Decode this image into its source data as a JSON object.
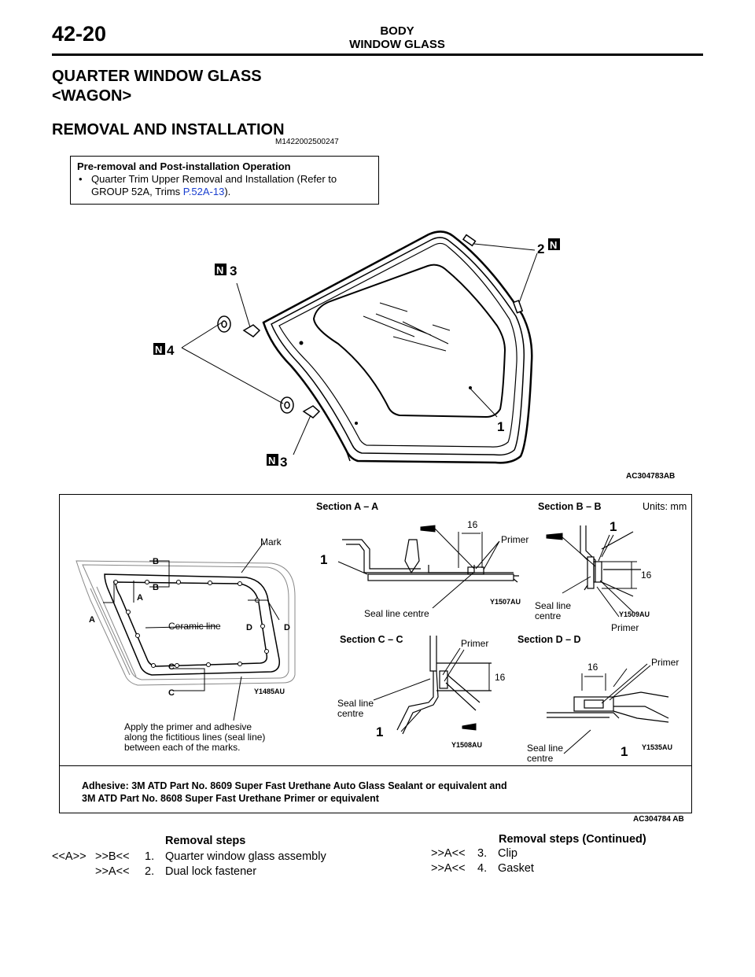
{
  "header": {
    "page_number": "42-20",
    "section": "BODY",
    "subsection": "WINDOW GLASS"
  },
  "title": {
    "main": "QUARTER WINDOW GLASS",
    "variant": "<WAGON>",
    "procedure": "REMOVAL AND INSTALLATION",
    "doc_code": "M1422002500247"
  },
  "preop": {
    "heading": "Pre-removal and Post-installation Operation",
    "bullet_line1": "Quarter Trim Upper Removal and Installation (Refer to",
    "bullet_line2_pre": "GROUP 52A, Trims ",
    "bullet_link": "P.52A-13",
    "bullet_line2_post": ")."
  },
  "figure1": {
    "code": "AC304783AB",
    "callouts": [
      "1",
      "2",
      "3",
      "3",
      "4"
    ],
    "new_part_mark": "N"
  },
  "figure2": {
    "code_prefix": "AC304784",
    "code_suffix": "AB",
    "units": "Units: mm",
    "section_aa": "Section A – A",
    "section_bb": "Section B – B",
    "section_cc": "Section C – C",
    "section_dd": "Section D – D",
    "mark": "Mark",
    "ceramic_line": "Ceramic line",
    "apply_line1": "Apply the primer and adhesive",
    "apply_line2": "along the fictitious lines (seal line)",
    "apply_line3": "between each of the marks.",
    "primer": "Primer",
    "seal_line_centre": "Seal line centre",
    "seal_line": "Seal line",
    "centre": "centre",
    "dim_16": "16",
    "codes": {
      "y1485": "Y1485AU",
      "y1507": "Y1507AU",
      "y1509": "Y1509AU",
      "y1508": "Y1508AU",
      "y1535": "Y1535AU"
    },
    "letters": {
      "a": "A",
      "b": "B",
      "c": "C",
      "d": "D"
    },
    "callout_1": "1"
  },
  "adhesive": {
    "line1": "Adhesive: 3M ATD Part No. 8609 Super Fast Urethane Auto Glass Sealant or equivalent and",
    "line2": "3M ATD Part No. 8608 Super Fast Urethane Primer or equivalent"
  },
  "removal_steps": {
    "heading": "Removal steps",
    "items": [
      {
        "ref1": "<<A>>",
        "ref2": ">>B<<",
        "num": "1.",
        "label": "Quarter window glass assembly"
      },
      {
        "ref1": "",
        "ref2": ">>A<<",
        "num": "2.",
        "label": "Dual lock fastener"
      }
    ]
  },
  "removal_steps_cont": {
    "heading": "Removal steps (Continued)",
    "items": [
      {
        "ref": ">>A<<",
        "num": "3.",
        "label": "Clip"
      },
      {
        "ref": ">>A<<",
        "num": "4.",
        "label": "Gasket"
      }
    ]
  }
}
